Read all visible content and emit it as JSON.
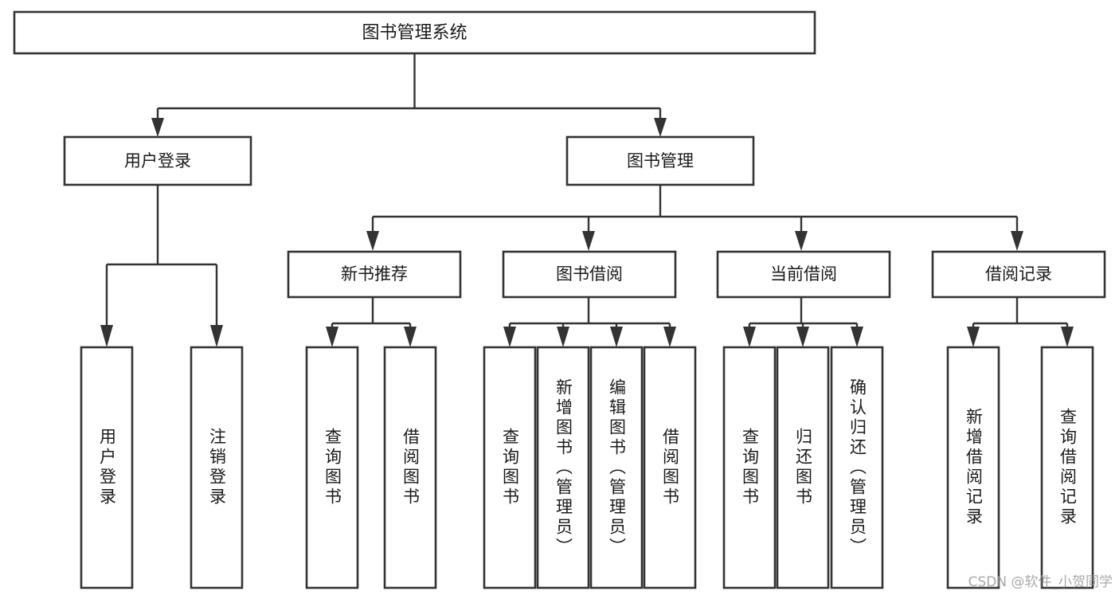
{
  "diagram": {
    "kind": "hierarchy-tree",
    "title": "图书管理系统",
    "watermark": "CSDN @软件_小贺同学",
    "colors": {
      "stroke": "#333333",
      "fill": "#ffffff",
      "text": "#1a1a1a",
      "watermark": "#9a9a9a"
    },
    "levels": {
      "root": {
        "label": "图书管理系统"
      },
      "level2": [
        {
          "label": "用户登录"
        },
        {
          "label": "图书管理"
        }
      ],
      "level3": [
        {
          "label": "新书推荐"
        },
        {
          "label": "图书借阅"
        },
        {
          "label": "当前借阅"
        },
        {
          "label": "借阅记录"
        }
      ],
      "leaves": {
        "user_login": [
          {
            "label": "用户登录"
          },
          {
            "label": "注销登录"
          }
        ],
        "new_book": [
          {
            "label": "查询图书"
          },
          {
            "label": "借阅图书"
          }
        ],
        "borrow_book": [
          {
            "label": "查询图书"
          },
          {
            "label": "新增图书（管理员）"
          },
          {
            "label": "编辑图书（管理员）"
          },
          {
            "label": "借阅图书"
          }
        ],
        "current_borrow": [
          {
            "label": "查询图书"
          },
          {
            "label": "归还图书"
          },
          {
            "label": "确认归还（管理员）"
          }
        ],
        "borrow_record": [
          {
            "label": "新增借阅记录"
          },
          {
            "label": "查询借阅记录"
          }
        ]
      }
    }
  }
}
